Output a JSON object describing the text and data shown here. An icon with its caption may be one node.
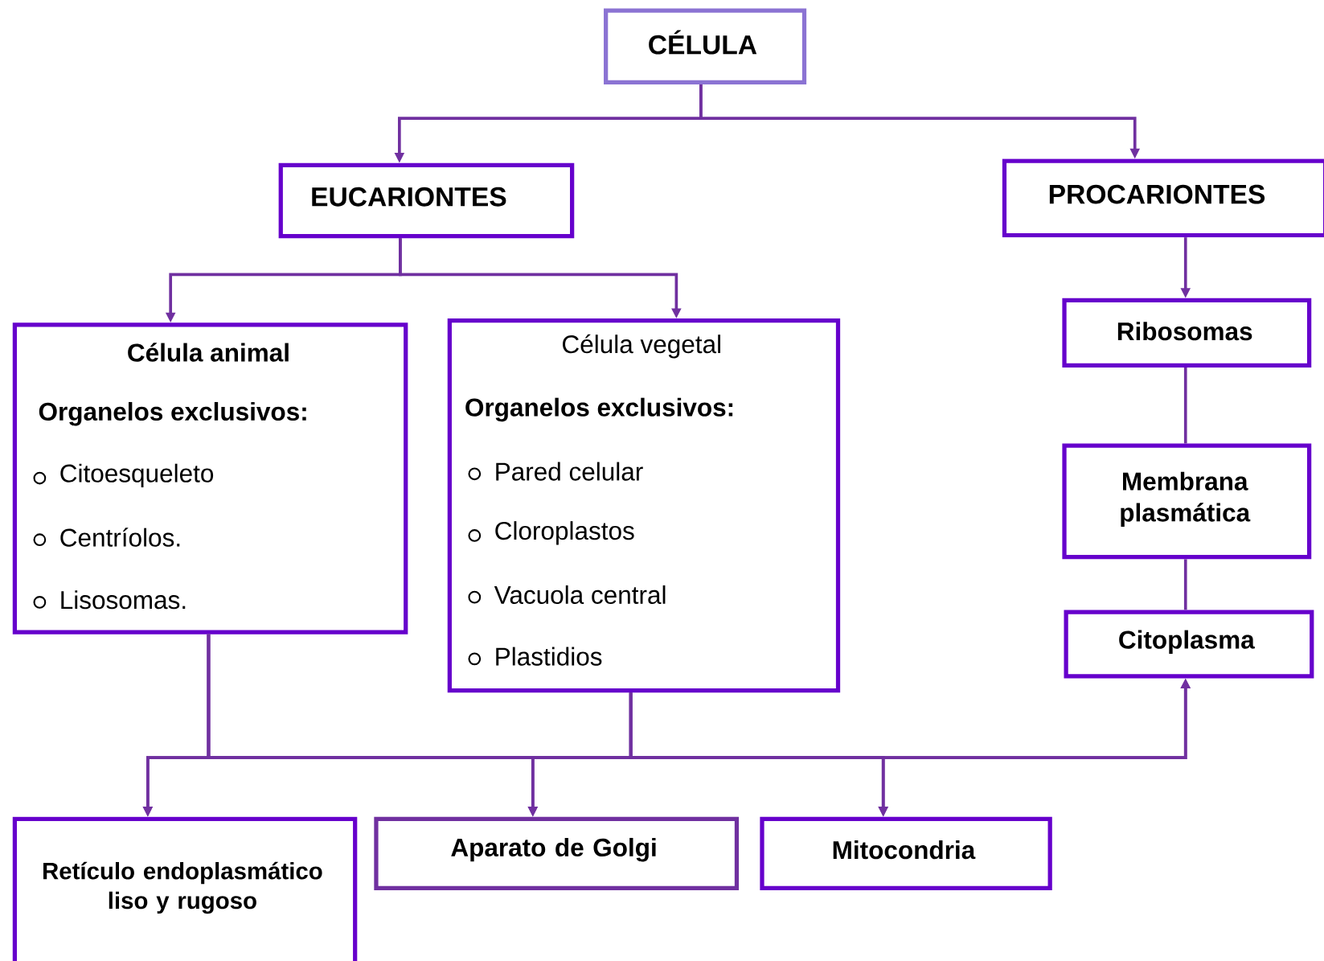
{
  "diagram": {
    "nodes": [
      {
        "text": [
          "CÉLULA"
        ]
      },
      {
        "text": [
          "EUCARIONTES"
        ]
      },
      {
        "text": [
          "PROCARIONTES"
        ]
      },
      {
        "text": [
          "Célula animal",
          "Organelos exclusivos:",
          "Citoesqueleto",
          "Centríolos.",
          "Lisosomas."
        ]
      },
      {
        "text": [
          "Célula vegetal",
          "Organelos exclusivos:",
          "Pared celular",
          "Cloroplastos",
          "Vacuola central",
          "Plastidios"
        ]
      },
      {
        "text": [
          "Ribosomas"
        ]
      },
      {
        "text": [
          "Membrana plasmática"
        ]
      },
      {
        "text": [
          "Citoplasma"
        ]
      },
      {
        "text": [
          "Retículo endoplasmático liso y rugoso"
        ]
      },
      {
        "text": [
          "Aparato de Golgi"
        ]
      },
      {
        "text": [
          "Mitocondria"
        ]
      }
    ],
    "edges": [
      {
        "from": 0,
        "to": 1,
        "arrow": "to"
      },
      {
        "from": 0,
        "to": 2,
        "arrow": "to"
      },
      {
        "from": 1,
        "to": 3,
        "arrow": "to"
      },
      {
        "from": 1,
        "to": 4,
        "arrow": "to"
      },
      {
        "from": 2,
        "to": 5,
        "arrow": "to"
      },
      {
        "from": 5,
        "to": 6,
        "arrow": "none"
      },
      {
        "from": 6,
        "to": 7,
        "arrow": "none"
      },
      {
        "from": 3,
        "to": 8,
        "arrow": "to"
      },
      {
        "from": 3,
        "to": 9,
        "arrow": "to"
      },
      {
        "from": 3,
        "to": 10,
        "arrow": "to"
      },
      {
        "from": 3,
        "to": 7,
        "arrow": "to"
      },
      {
        "from": 4,
        "to": 8,
        "arrow": "to"
      },
      {
        "from": 4,
        "to": 9,
        "arrow": "to"
      },
      {
        "from": 4,
        "to": 10,
        "arrow": "to"
      },
      {
        "from": 4,
        "to": 7,
        "arrow": "to"
      }
    ]
  }
}
